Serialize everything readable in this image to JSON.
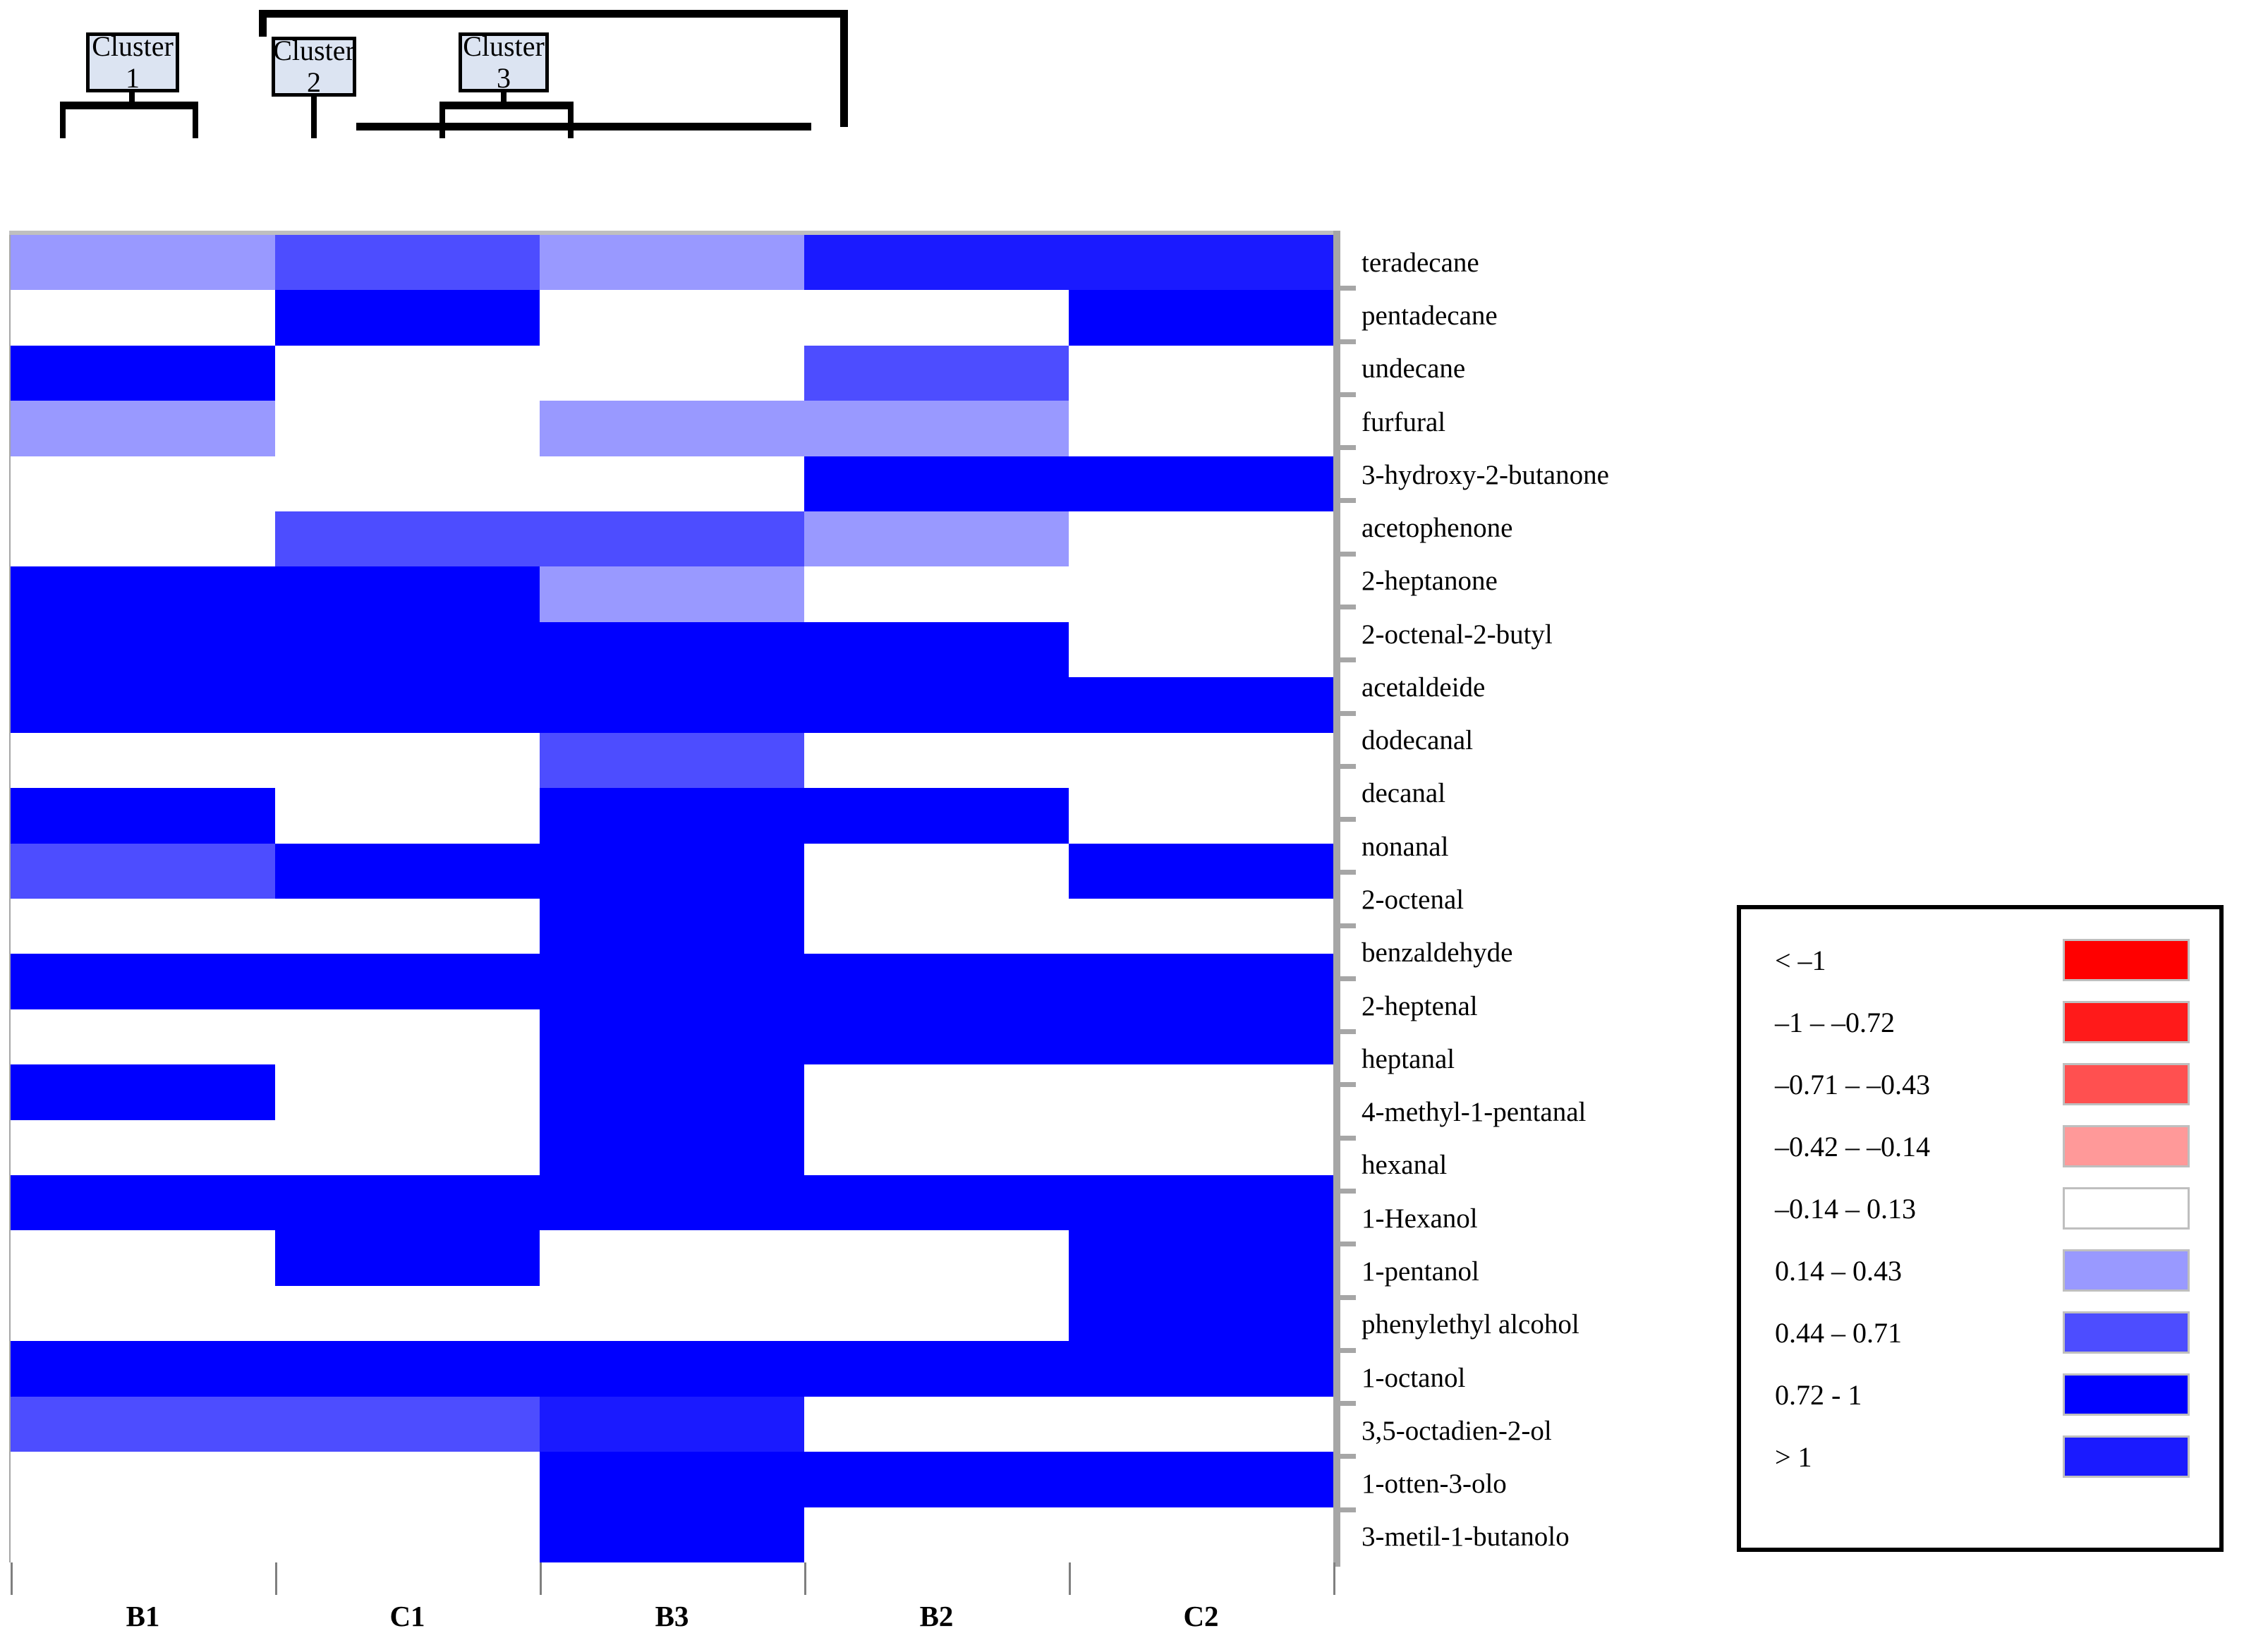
{
  "dendrogram": {
    "clusters": [
      {
        "id": "cluster-1",
        "line1": "Cluster",
        "line2": "1"
      },
      {
        "id": "cluster-2",
        "line1": "Cluster",
        "line2": "2"
      },
      {
        "id": "cluster-3",
        "line1": "Cluster",
        "line2": "3"
      }
    ]
  },
  "chart_data": {
    "type": "heatmap",
    "title": "",
    "xlabel": "",
    "ylabel": "",
    "grid": false,
    "legend_position": "right",
    "categories": [
      "B1",
      "C1",
      "B3",
      "B2",
      "C2"
    ],
    "rows": [
      "teradecane",
      "pentadecane",
      "undecane",
      "furfural",
      "3-hydroxy-2-butanone",
      "acetophenone",
      "2-heptanone",
      "2-octenal-2-butyl",
      "acetaldeide",
      "dodecanal",
      "decanal",
      "nonanal",
      "2-octenal",
      "benzaldehyde",
      "2-heptenal",
      "heptanal",
      "4-methyl-1-pentanal",
      "hexanal",
      "1-Hexanol",
      "1-pentanol",
      "phenylethyl alcohol",
      "1-octanol",
      "3,5-octadien-2-ol",
      "1-otten-3-olo",
      "3-metil-1-butanolo"
    ],
    "bins": [
      {
        "label": "< –1",
        "color": "#FF0000",
        "class": "c-red2"
      },
      {
        "label": "–1 – –0.72",
        "color": "#FF1A1A",
        "class": "c-red"
      },
      {
        "label": "–0.71 – –0.43",
        "color": "#FF5050",
        "class": "c-salmon"
      },
      {
        "label": "–0.42 – –0.14",
        "color": "#FF9999",
        "class": "c-pink"
      },
      {
        "label": "–0.14 – 0.13",
        "color": "#FFFFFF",
        "class": "c-white"
      },
      {
        "label": "0.14 – 0.43",
        "color": "#9999FF",
        "class": "c-light"
      },
      {
        "label": "0.44 – 0.71",
        "color": "#4D4DFF",
        "class": "c-med"
      },
      {
        "label": "0.72 - 1",
        "color": "#0000FF",
        "class": "c-blue"
      },
      {
        "label": "> 1",
        "color": "#1A1AFF",
        "class": "c-dark"
      }
    ],
    "matrix": [
      [
        "light",
        "med",
        "light",
        "dark",
        "dark"
      ],
      [
        "white",
        "blue",
        "white",
        "white",
        "blue"
      ],
      [
        "blue",
        "white",
        "white",
        "med",
        "white"
      ],
      [
        "light",
        "white",
        "light",
        "light",
        "white"
      ],
      [
        "white",
        "white",
        "white",
        "blue",
        "blue"
      ],
      [
        "white",
        "med",
        "med",
        "light",
        "white"
      ],
      [
        "blue",
        "blue",
        "light",
        "white",
        "white"
      ],
      [
        "blue",
        "blue",
        "blue",
        "blue",
        "white"
      ],
      [
        "blue",
        "blue",
        "blue",
        "blue",
        "blue"
      ],
      [
        "white",
        "white",
        "med",
        "white",
        "white"
      ],
      [
        "blue",
        "white",
        "blue",
        "blue",
        "white"
      ],
      [
        "med",
        "blue",
        "blue",
        "white",
        "blue"
      ],
      [
        "white",
        "white",
        "blue",
        "white",
        "white"
      ],
      [
        "blue",
        "blue",
        "blue",
        "blue",
        "blue"
      ],
      [
        "white",
        "white",
        "blue",
        "blue",
        "blue"
      ],
      [
        "blue",
        "white",
        "blue",
        "white",
        "white"
      ],
      [
        "white",
        "white",
        "blue",
        "white",
        "white"
      ],
      [
        "blue",
        "blue",
        "blue",
        "blue",
        "blue"
      ],
      [
        "white",
        "blue",
        "white",
        "white",
        "blue"
      ],
      [
        "white",
        "white",
        "white",
        "white",
        "blue"
      ],
      [
        "blue",
        "blue",
        "blue",
        "blue",
        "blue"
      ],
      [
        "med",
        "med",
        "dark",
        "white",
        "white"
      ],
      [
        "white",
        "white",
        "blue",
        "blue",
        "blue"
      ],
      [
        "white",
        "white",
        "blue",
        "white",
        "white"
      ],
      [
        "blue",
        "blue",
        "blue",
        "blue",
        "blue"
      ]
    ]
  }
}
